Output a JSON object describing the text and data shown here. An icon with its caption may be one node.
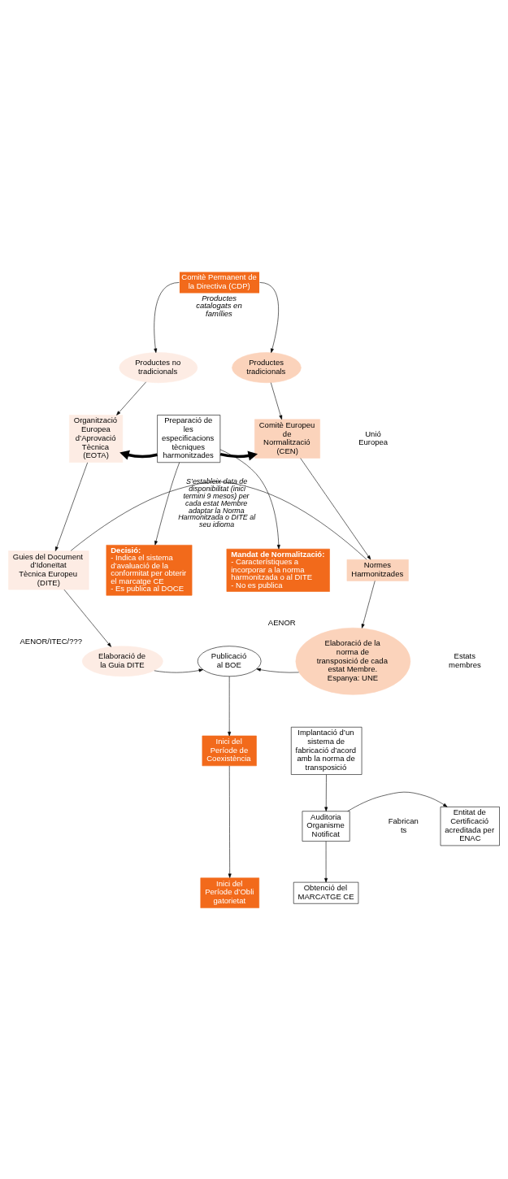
{
  "diagram": {
    "nodes": [
      {
        "text": [
          "Comitè Permanent de la Directiva (CDP)"
        ],
        "beside": [
          "Productes catalogats en famílies"
        ]
      },
      {
        "text": [
          "Productes no tradicionals"
        ]
      },
      {
        "text": [
          "Productes tradicionals"
        ]
      },
      {
        "text": [
          "Organització Europea d’Aprovació Tècnica",
          "(EOTA)"
        ]
      },
      {
        "text": [
          "Comitè Europeu de Normalització",
          "(CEN)"
        ]
      },
      {
        "text": [
          "Preparació de les especificacions tècniques harmonitzades"
        ]
      },
      {
        "text": [
          "Decisió:",
          "- Indica el sistema d’avaluació de la conformitat per obterir el marcatge CE",
          "- Es publica al DOCE"
        ]
      },
      {
        "text": [
          "Mandat de Normalització:",
          "- Característiques a incorporar a la norma harmonitzada o al DITE",
          "- No es publica"
        ]
      },
      {
        "text": [
          "Guies del Document d’Idoneïtat Tècnica Europeu (DITE)"
        ]
      },
      {
        "text": [
          "Normes Harmonitzades"
        ]
      },
      {
        "text": [
          "Elaboració de la Guia DITE"
        ],
        "beside": [
          "AENOR/ITEC/???"
        ]
      },
      {
        "text": [
          "Elaboració de la norma de transposició de cada estat Membre. Espanya: UNE"
        ],
        "beside": [
          "AENOR"
        ]
      },
      {
        "text": [
          "Publicació al BOE"
        ]
      },
      {
        "text": [
          "Inici del Període de Coexistència"
        ]
      },
      {
        "text": [
          "Inici del Període d’Obligatorietat"
        ]
      },
      {
        "text": [
          "Implantació d’un sistema de fabricació d’acord amb la norma de transposició"
        ]
      },
      {
        "text": [
          "Auditoria Organisme Notificat"
        ]
      },
      {
        "text": [
          "Entitat de Certificació acreditada per ENAC"
        ]
      },
      {
        "text": [
          "Obtenció del MARCATGE CE"
        ]
      }
    ],
    "edges": [
      {
        "from": 0,
        "to": 1,
        "arrow": "to"
      },
      {
        "from": 0,
        "to": 2,
        "arrow": "to"
      },
      {
        "from": 1,
        "to": 3,
        "arrow": "to"
      },
      {
        "from": 2,
        "to": 4,
        "arrow": "to"
      },
      {
        "from": 5,
        "to": 3,
        "arrow": "to",
        "style": "thick"
      },
      {
        "from": 5,
        "to": 4,
        "arrow": "to",
        "style": "thick"
      },
      {
        "from": 5,
        "to": 6,
        "arrow": "to"
      },
      {
        "from": 5,
        "to": 7,
        "arrow": "to"
      },
      {
        "from": 3,
        "to": 8,
        "arrow": "to"
      },
      {
        "from": 4,
        "to": 9,
        "arrow": "to"
      },
      {
        "from": 8,
        "to": 9,
        "arrow": "none",
        "label": "S’estableix data de disponibilitat (inici termini 9 mesos) per cada estat Membre adaptar la Norma Harmonitzada o DITE al seu idioma"
      },
      {
        "from": 8,
        "to": 10,
        "arrow": "to"
      },
      {
        "from": 9,
        "to": 11,
        "arrow": "to"
      },
      {
        "from": 10,
        "to": 12,
        "arrow": "to"
      },
      {
        "from": 11,
        "to": 12,
        "arrow": "to"
      },
      {
        "from": 12,
        "to": 13,
        "arrow": "to"
      },
      {
        "from": 13,
        "to": 14,
        "arrow": "to"
      },
      {
        "from": 15,
        "to": 16,
        "arrow": "to"
      },
      {
        "from": 16,
        "to": 17,
        "arrow": "to"
      },
      {
        "from": 16,
        "to": 18,
        "arrow": "to"
      }
    ],
    "labels": [
      "Unió Europea",
      "Estats membres",
      "Fabricants"
    ]
  }
}
